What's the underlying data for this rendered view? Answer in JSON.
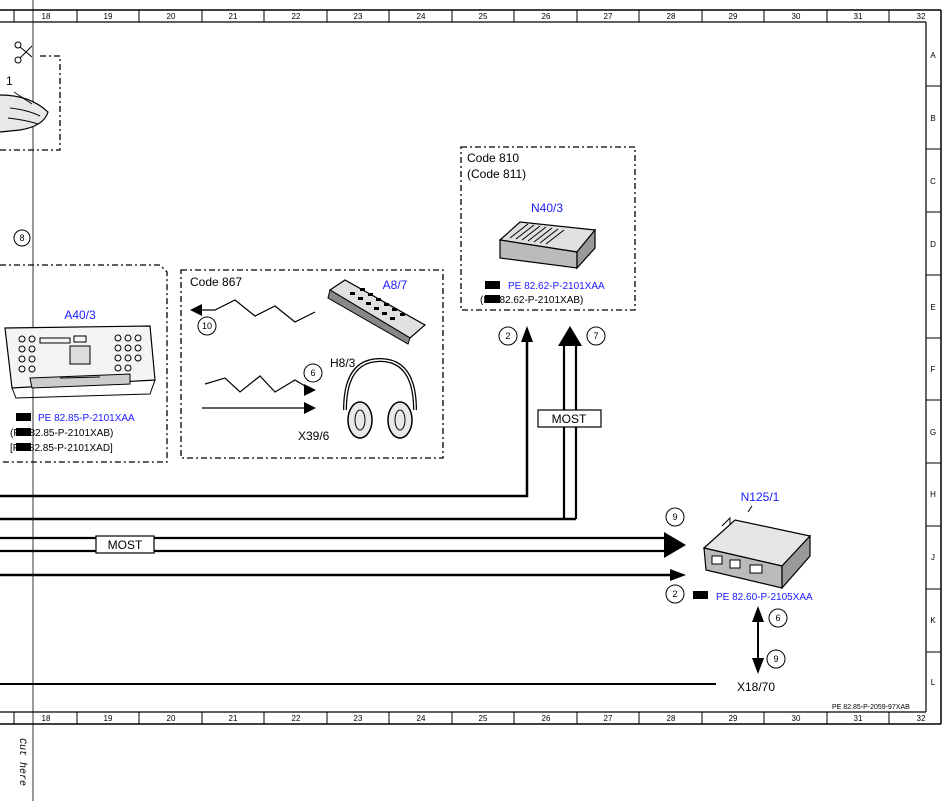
{
  "ruler": {
    "columns": [
      "18",
      "19",
      "20",
      "21",
      "22",
      "23",
      "24",
      "25",
      "26",
      "27",
      "28",
      "29",
      "30",
      "31",
      "32"
    ],
    "rows": [
      "A",
      "B",
      "C",
      "D",
      "E",
      "F",
      "G",
      "H",
      "J",
      "K",
      "L"
    ]
  },
  "cut_mark": {
    "number": "1",
    "text": "Cut here"
  },
  "radio_unit": {
    "name": "A40/3",
    "circle": "8",
    "refs": [
      "PE 82.85-P-2101XAA",
      "(PE 82.85-P-2101XAB)",
      "[PE 82.85-P-2101XAD]"
    ]
  },
  "code867_box": {
    "code": "Code 867",
    "remote": "A8/7",
    "headphones": "H8/3",
    "connector": "X39/6",
    "circle_remote": "10",
    "circle_headphones": "6"
  },
  "code810_box": {
    "code_line1": "Code 810",
    "code_line2": "(Code 811)",
    "name": "N40/3",
    "refs": [
      "PE 82.62-P-2101XAA",
      "(PE 82.62-P-2101XAB)"
    ],
    "circle_left": "2",
    "circle_right": "7",
    "most_label": "MOST"
  },
  "bus_most_label": "MOST",
  "gateway": {
    "name": "N125/1",
    "ref": "PE 82.60-P-2105XAA",
    "circle_top": "9",
    "circle_left": "2",
    "circle_up": "6",
    "circle_down": "9",
    "connector": "X18/70"
  },
  "footer_ref": "PE 82.85-P-2059-97XAB"
}
